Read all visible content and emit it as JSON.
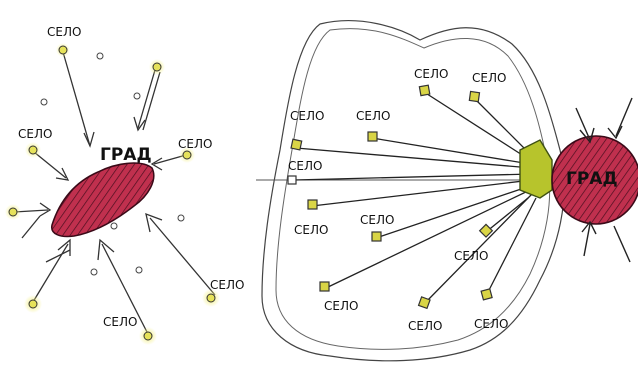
{
  "labels": {
    "village": "СЕЛО",
    "city": "ГРАД"
  },
  "colors": {
    "paper": "#ffffff",
    "ink": "#222222",
    "city_red": "#c0304e",
    "village_yellow": "#e6e25a",
    "village_green": "#6f8f2a"
  },
  "panels": [
    "left-sketch",
    "right-sketch"
  ]
}
